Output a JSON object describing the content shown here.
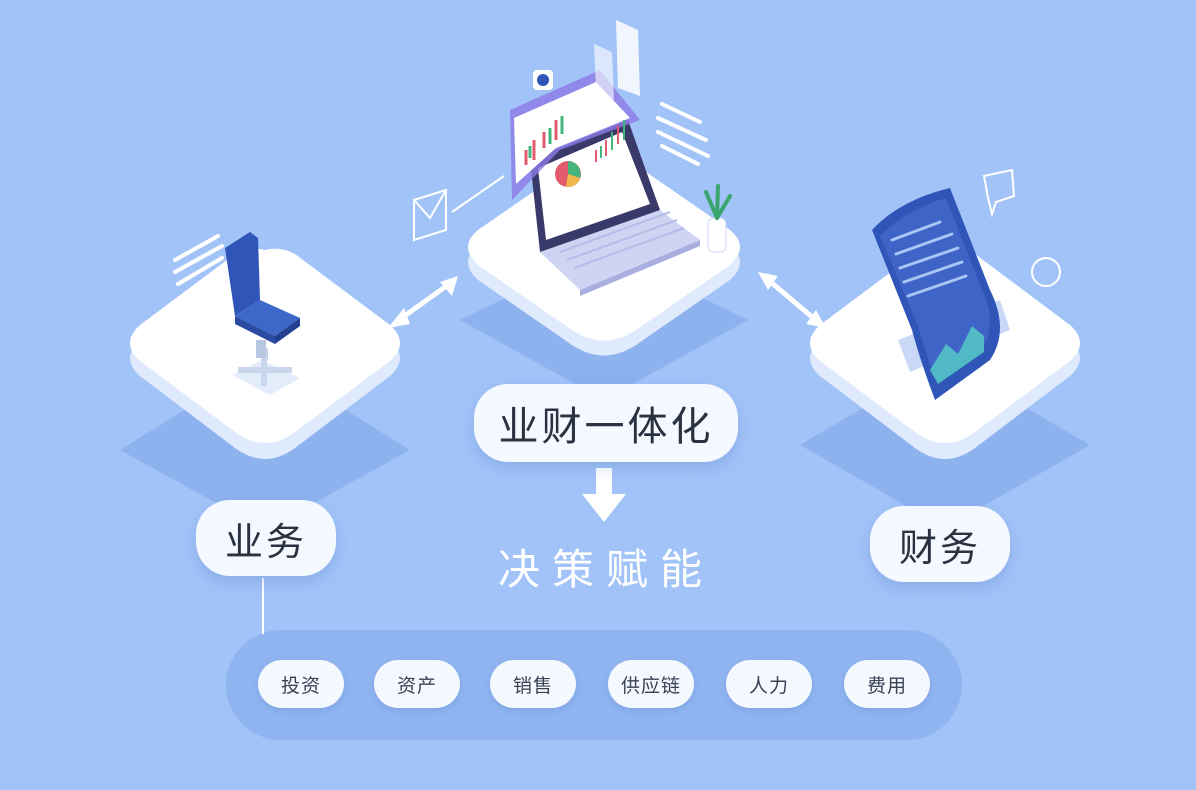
{
  "center_label": "业财一体化",
  "left_label": "业务",
  "right_label": "财务",
  "slogan": "决策赋能",
  "chips": [
    "投资",
    "资产",
    "销售",
    "供应链",
    "人力",
    "费用"
  ],
  "colors": {
    "background": "#a2c3f8",
    "platform": "#ffffff",
    "pill": "#f4f8ff",
    "tray": "#8fb4f0",
    "accent_blue": "#2f55b8",
    "accent_purple": "#8c7ae6"
  },
  "icons": {
    "left": "office-chair-icon",
    "center": "laptop-dashboard-icon",
    "right": "report-document-icon"
  }
}
